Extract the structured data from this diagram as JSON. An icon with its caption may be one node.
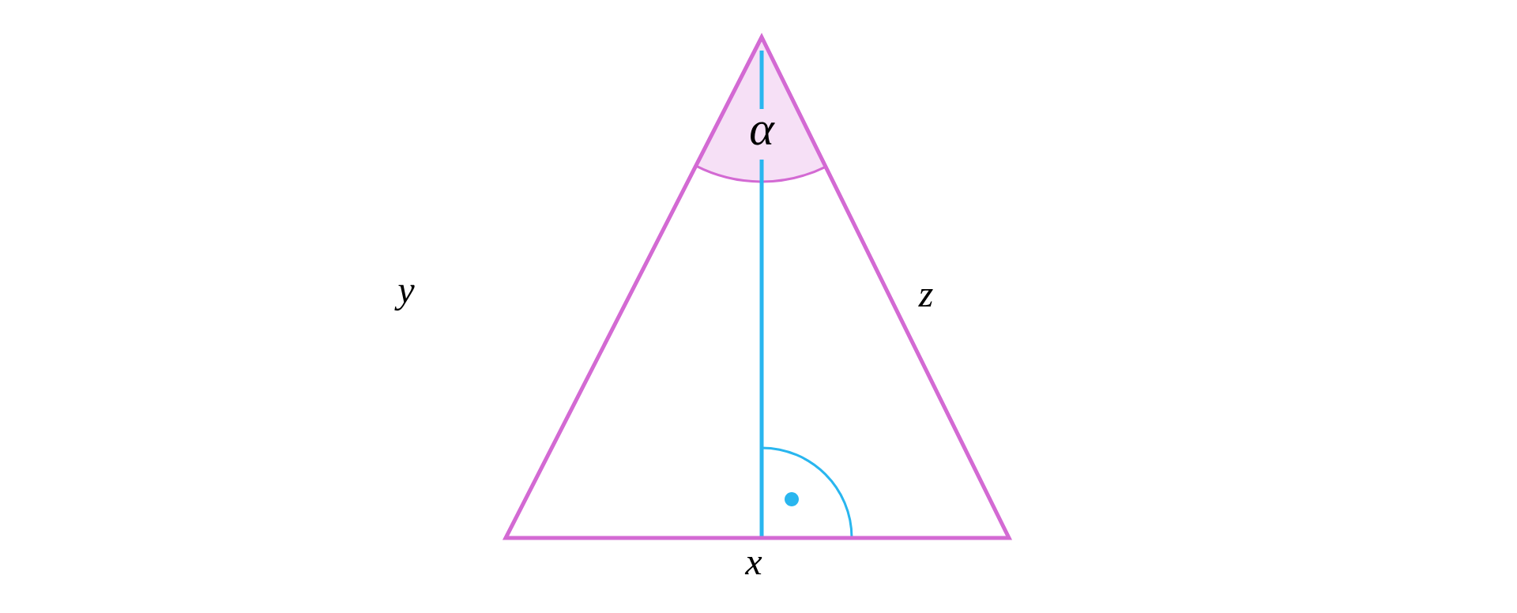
{
  "diagram": {
    "labels": [
      "α",
      "y",
      "z",
      "x"
    ]
  }
}
